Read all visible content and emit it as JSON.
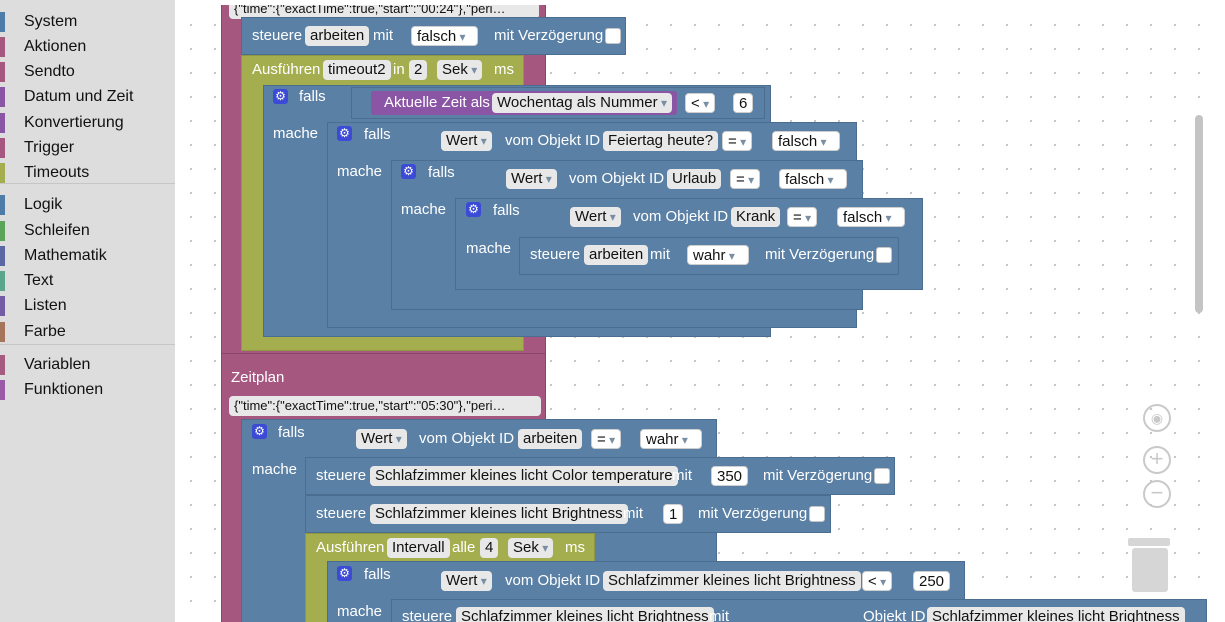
{
  "toolbox": {
    "categories": [
      {
        "label": "System",
        "color": "#4d7ca8"
      },
      {
        "label": "Aktionen",
        "color": "#a5577f"
      },
      {
        "label": "Sendto",
        "color": "#a5577f"
      },
      {
        "label": "Datum und Zeit",
        "color": "#8a55a5"
      },
      {
        "label": "Konvertierung",
        "color": "#8a55a5"
      },
      {
        "label": "Trigger",
        "color": "#a5577f"
      },
      {
        "label": "Timeouts",
        "color": "#a5ae4e"
      },
      {
        "label": "Logik",
        "color": "#4d7ca8"
      },
      {
        "label": "Schleifen",
        "color": "#5ba55b"
      },
      {
        "label": "Mathematik",
        "color": "#5b67a5"
      },
      {
        "label": "Text",
        "color": "#5ba58c"
      },
      {
        "label": "Listen",
        "color": "#745ba5"
      },
      {
        "label": "Farbe",
        "color": "#a5745b"
      },
      {
        "label": "Variablen",
        "color": "#a55b80"
      },
      {
        "label": "Funktionen",
        "color": "#995ba5"
      }
    ]
  },
  "blocks": {
    "schedule1_cron": "{\"time\":{\"exactTime\":true,\"start\":\"00:24\"},\"peri…",
    "set1": {
      "steuere": "steuere",
      "obj": "arbeiten",
      "mit": "mit",
      "val": "falsch",
      "delay": "mit Verzögerung"
    },
    "timeout2": {
      "exec": "Ausführen",
      "name": "timeout2",
      "in": "in",
      "num": "2",
      "unit": "Sek",
      "ms": "ms"
    },
    "if1": {
      "falls": "falls",
      "mache": "mache",
      "cur_time": "Aktuelle Zeit als",
      "weekday": "Wochentag als Nummer",
      "op": "<",
      "num": "6"
    },
    "if2": {
      "falls": "falls",
      "mache": "mache",
      "wert": "Wert",
      "vom": "vom Objekt ID",
      "obj": "Feiertag heute?",
      "op": "=",
      "val": "falsch"
    },
    "if3": {
      "falls": "falls",
      "mache": "mache",
      "wert": "Wert",
      "vom": "vom Objekt ID",
      "obj": "Urlaub",
      "op": "=",
      "val": "falsch"
    },
    "if4": {
      "falls": "falls",
      "mache": "mache",
      "wert": "Wert",
      "vom": "vom Objekt ID",
      "obj": "Krank",
      "op": "=",
      "val": "falsch"
    },
    "set2": {
      "steuere": "steuere",
      "obj": "arbeiten",
      "mit": "mit",
      "val": "wahr",
      "delay": "mit Verzögerung"
    },
    "schedule2": {
      "title": "Zeitplan",
      "cron": "{\"time\":{\"exactTime\":true,\"start\":\"05:30\"},\"peri…"
    },
    "if5": {
      "falls": "falls",
      "mache": "mache",
      "wert": "Wert",
      "vom": "vom Objekt ID",
      "obj": "arbeiten",
      "op": "=",
      "val": "wahr"
    },
    "set3": {
      "steuere": "steuere",
      "obj": "Schlafzimmer kleines licht Color temperature",
      "mit": "mit",
      "val": "350",
      "delay": "mit Verzögerung"
    },
    "set4": {
      "steuere": "steuere",
      "obj": "Schlafzimmer kleines licht Brightness",
      "mit": "mit",
      "val": "1",
      "delay": "mit Verzögerung"
    },
    "interval": {
      "exec": "Ausführen",
      "name": "Intervall",
      "alle": "alle",
      "num": "4",
      "unit": "Sek",
      "ms": "ms"
    },
    "if6": {
      "falls": "falls",
      "mache": "mache",
      "wert": "Wert",
      "vom": "vom Objekt ID",
      "obj": "Schlafzimmer kleines licht Brightness",
      "op": "<",
      "val": "250"
    },
    "partial_row": {
      "steuere": "steuere",
      "obj": "Schlafzimmer kleines licht Brightness",
      "mit": "mit",
      "vom": "Objekt ID",
      "obj2": "Schlafzimmer kleines licht Brightness"
    }
  },
  "icons": {
    "gear": "gear-icon",
    "recenter": "target-icon",
    "zoom_in": "plus-icon",
    "zoom_out": "minus-icon",
    "trash": "trash-icon"
  }
}
